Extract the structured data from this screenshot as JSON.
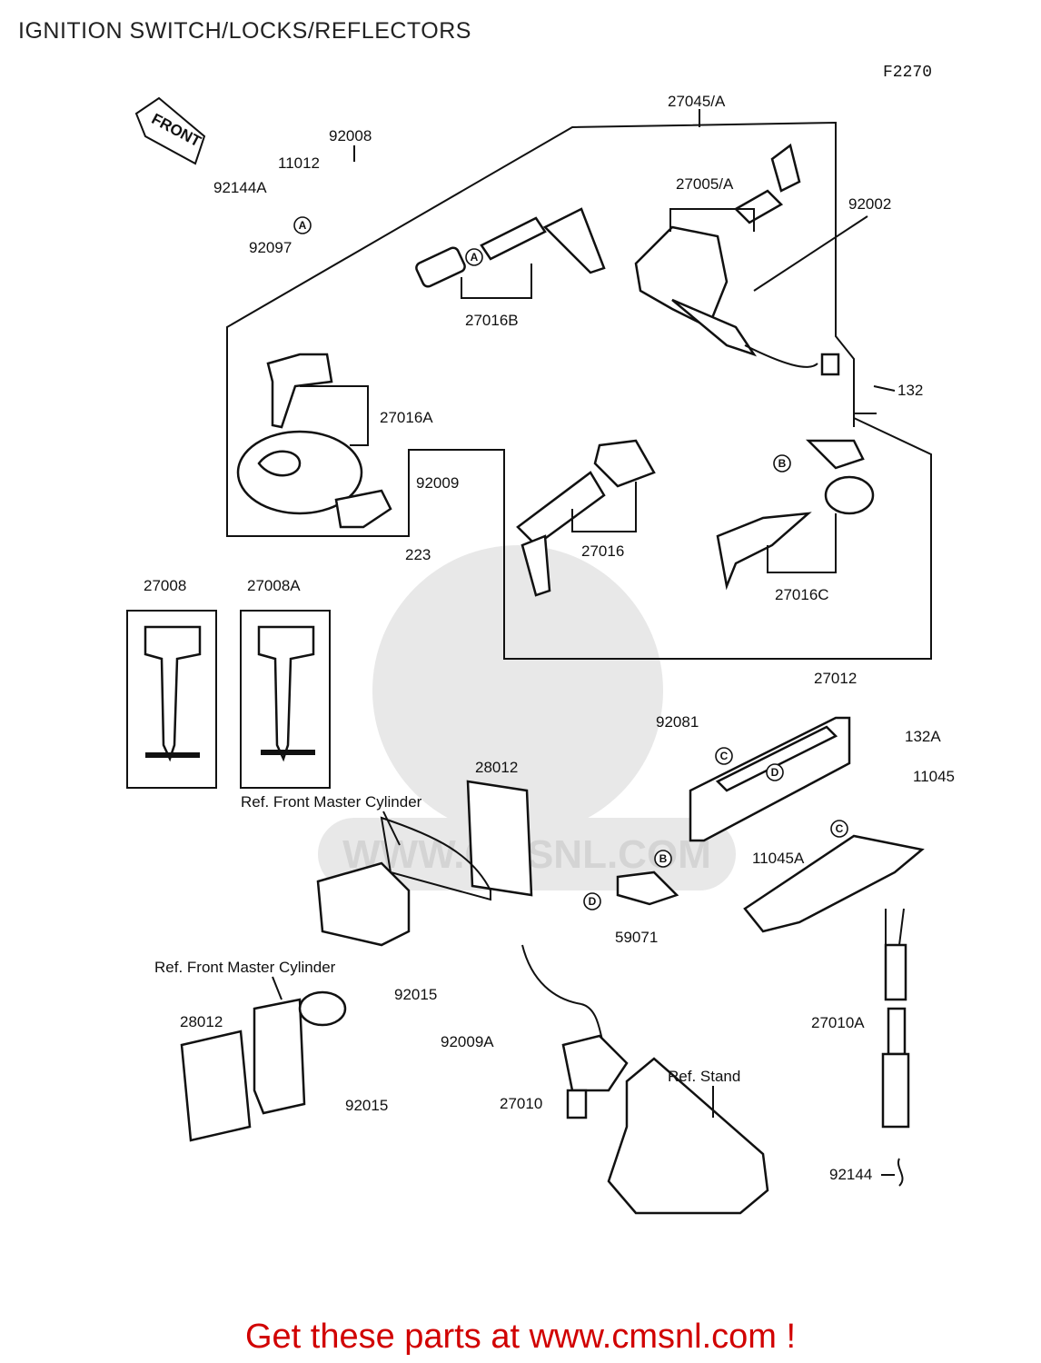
{
  "header": {
    "title": "IGNITION SWITCH/LOCKS/REFLECTORS",
    "fig_code": "F2270"
  },
  "diagram": {
    "front_arrow": "FRONT",
    "watermark": "WWW.CMSNL.COM",
    "part_numbers": [
      "27045/A",
      "92008",
      "11012",
      "92144A",
      "92097",
      "27005/A",
      "92002",
      "27016B",
      "27016A",
      "132",
      "92009",
      "223",
      "27016",
      "27016C",
      "27008",
      "27008A",
      "27012",
      "92081",
      "132A",
      "11045",
      "28012",
      "11045A",
      "59071",
      "92015",
      "27010A",
      "92009A",
      "27010",
      "92144"
    ],
    "ref_labels": {
      "front_master_cylinder": "Ref. Front Master Cylinder",
      "stand": "Ref. Stand"
    },
    "callouts": [
      "A",
      "B",
      "C",
      "D"
    ]
  },
  "footer": {
    "cta": "Get these parts at www.cmsnl.com !"
  }
}
